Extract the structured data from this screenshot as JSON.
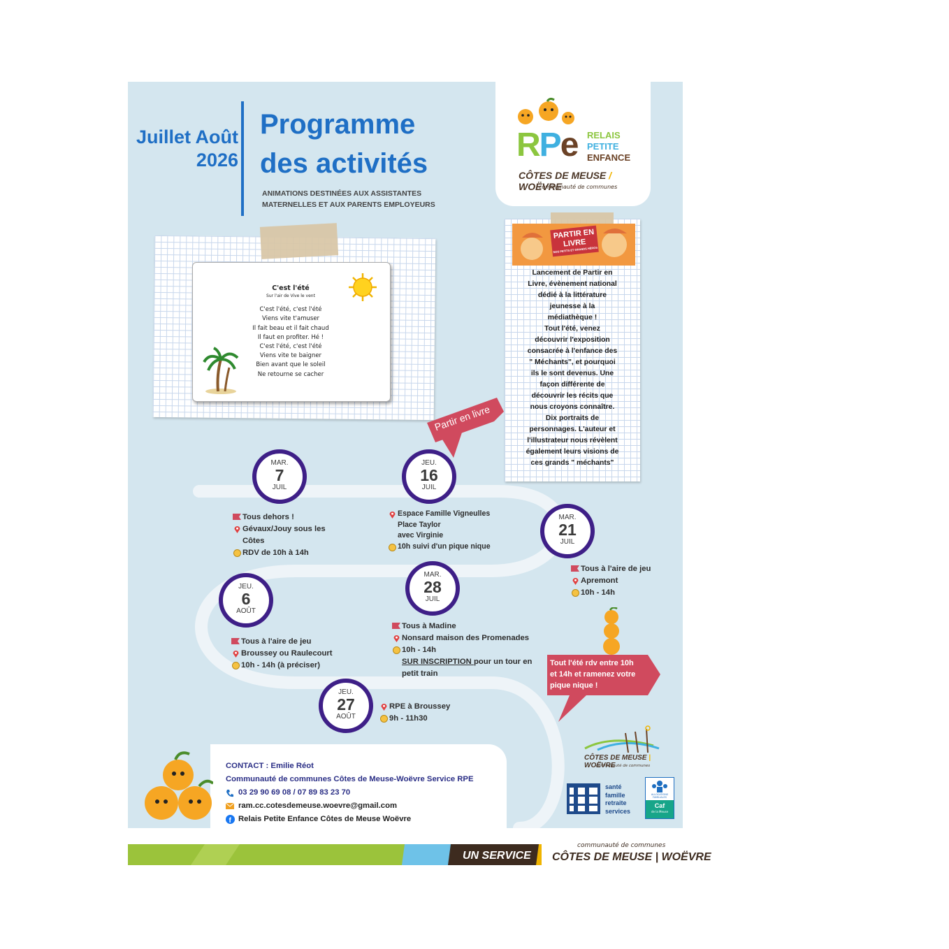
{
  "header": {
    "period_line1": "Juillet Août",
    "period_line2": "2026",
    "title_line1": "Programme",
    "title_line2": "des activités",
    "subtitle_line1": "ANIMATIONS DESTINÉES AUX ASSISTANTES",
    "subtitle_line2": "MATERNELLES ET AUX PARENTS EMPLOYEURS"
  },
  "logo": {
    "letters": "RPe",
    "line1": "RELAIS",
    "line2": "PETITE",
    "line3": "ENFANCE",
    "region_a": "CÔTES DE MEUSE",
    "region_b": "WOËVRE",
    "tagline": "communauté de communes"
  },
  "song": {
    "title": "C'est l'été",
    "air": "Sur l'air de Vive le vent",
    "lines": [
      "C'est l'été, c'est l'été",
      "Viens vite t'amuser",
      "Il fait beau et il fait chaud",
      "Il faut en profiter. Hé !",
      "C'est l'été, c'est l'été",
      "Viens vite te baigner",
      "Bien avant que le soleil",
      "Ne retourne se cacher"
    ]
  },
  "ribbon_label": "Partir en livre",
  "pel_banner": {
    "line1": "PARTIR EN",
    "line2": "LIVRE",
    "line3": "NOS PETITS ET GRANDS HÉROS"
  },
  "pel_text_lines": [
    "Lancement de Partir en",
    "Livre, évènement national",
    "dédié à la littérature",
    "jeunesse à la",
    "médiathèque !",
    "Tout l'été, venez",
    "découvrir l'exposition",
    "consacrée à l'enfance des",
    "\" Méchants\", et pourquoi",
    "ils le sont devenus. Une",
    "façon différente de",
    "découvrir les récits que",
    "nous croyons connaître.",
    "Dix portraits de",
    "personnages. L'auteur et",
    "l'illustrateur nous révèlent",
    "également leurs visions de",
    "ces grands \" méchants\""
  ],
  "events": [
    {
      "day": "MAR.",
      "num": "7",
      "month": "JUIL",
      "what": "Tous dehors !",
      "where": "Gévaux/Jouy sous les",
      "where2": "Côtes",
      "when": "RDV de 10h à 14h"
    },
    {
      "day": "JEU.",
      "num": "16",
      "month": "JUIL",
      "where": "Espace Famille Vigneulles",
      "where2": "Place Taylor",
      "where3": "avec Virginie",
      "when": "10h suivi d'un pique nique"
    },
    {
      "day": "MAR.",
      "num": "21",
      "month": "JUIL",
      "what": "Tous à l'aire de jeu",
      "where": "Apremont",
      "when": "10h - 14h"
    },
    {
      "day": "JEU.",
      "num": "6",
      "month": "AOÛT",
      "what": "Tous à l'aire de jeu",
      "where": "Broussey ou Raulecourt",
      "when": "10h - 14h (à préciser)"
    },
    {
      "day": "MAR.",
      "num": "28",
      "month": "JUIL",
      "what": "Tous à Madine",
      "where": "Nonsard maison des Promenades",
      "when": "10h - 14h",
      "note_u": "SUR INSCRIPTION ",
      "note": "pour un tour en",
      "note2": "petit train"
    },
    {
      "day": "JEU.",
      "num": "27",
      "month": "AOÛT",
      "where": "RPE à Broussey",
      "when": "9h - 11h30"
    }
  ],
  "callout": {
    "line1": "Tout l'été rdv entre 10h",
    "line2": "et 14h et ramenez votre",
    "line3": "pique nique !"
  },
  "contact": {
    "name": "CONTACT : Emilie Réot",
    "org": "Communauté de communes Côtes de Meuse-Woëvre Service RPE",
    "phone": "03 29 90 69 08  /  07 89 83 23 70",
    "email": "ram.cc.cotesdemeuse.woevre@gmail.com",
    "facebook": "Relais Petite Enfance Côtes de Meuse Woëvre"
  },
  "partners": {
    "cc_name_a": "CÔTES DE MEUSE",
    "cc_name_b": "WOËVRE",
    "cc_tag": "communauté de communes",
    "msa_l1": "santé",
    "msa_l2": "famille",
    "msa_l3": "retraite",
    "msa_l4": "services",
    "caf_top": "ALLOCATIONS FAMILIALES",
    "caf_mid": "Caf",
    "caf_bot": "de la Meuse"
  },
  "footer": {
    "service": "UN SERVICE",
    "cc_tag": "communauté de communes",
    "cc_name": "CÔTES DE MEUSE | WOËVRE"
  },
  "colors": {
    "blue": "#1f6fc5",
    "purple": "#3e1f87",
    "red": "#d04a5e",
    "poster_bg": "#d4e6ef"
  }
}
